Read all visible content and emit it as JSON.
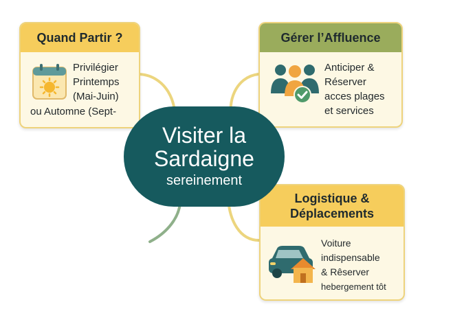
{
  "center": {
    "title_line1": "Visiter la",
    "title_line2": "Sardaigne",
    "subtitle": "sereinement"
  },
  "cards": {
    "when": {
      "title": "Quand Partir ?",
      "lines": [
        "Privilégier",
        "Printemps",
        "(Mai-Juin)"
      ],
      "tail": "ou Automne (Sept-",
      "icon": "calendar-sun-icon"
    },
    "crowds": {
      "title": "Gérer l’Affluence",
      "lines": [
        "Anticiper &",
        "Réserver",
        "acces plages",
        "et services"
      ],
      "icon": "people-check-icon"
    },
    "logistics": {
      "title_line1": "Logistique &",
      "title_line2": "Déplacements",
      "lines": [
        "Voiture",
        "indispensable",
        "& Rêserver",
        "hebergement tôt"
      ],
      "icon": "car-house-icon"
    }
  },
  "colors": {
    "center_bg": "#165a5e",
    "card_bg": "#fdf8e4",
    "header_yellow": "#f6cd5c",
    "header_olive": "#9aac5c",
    "connector_yellow": "#ecd57e",
    "connector_green": "#8fb08a"
  }
}
